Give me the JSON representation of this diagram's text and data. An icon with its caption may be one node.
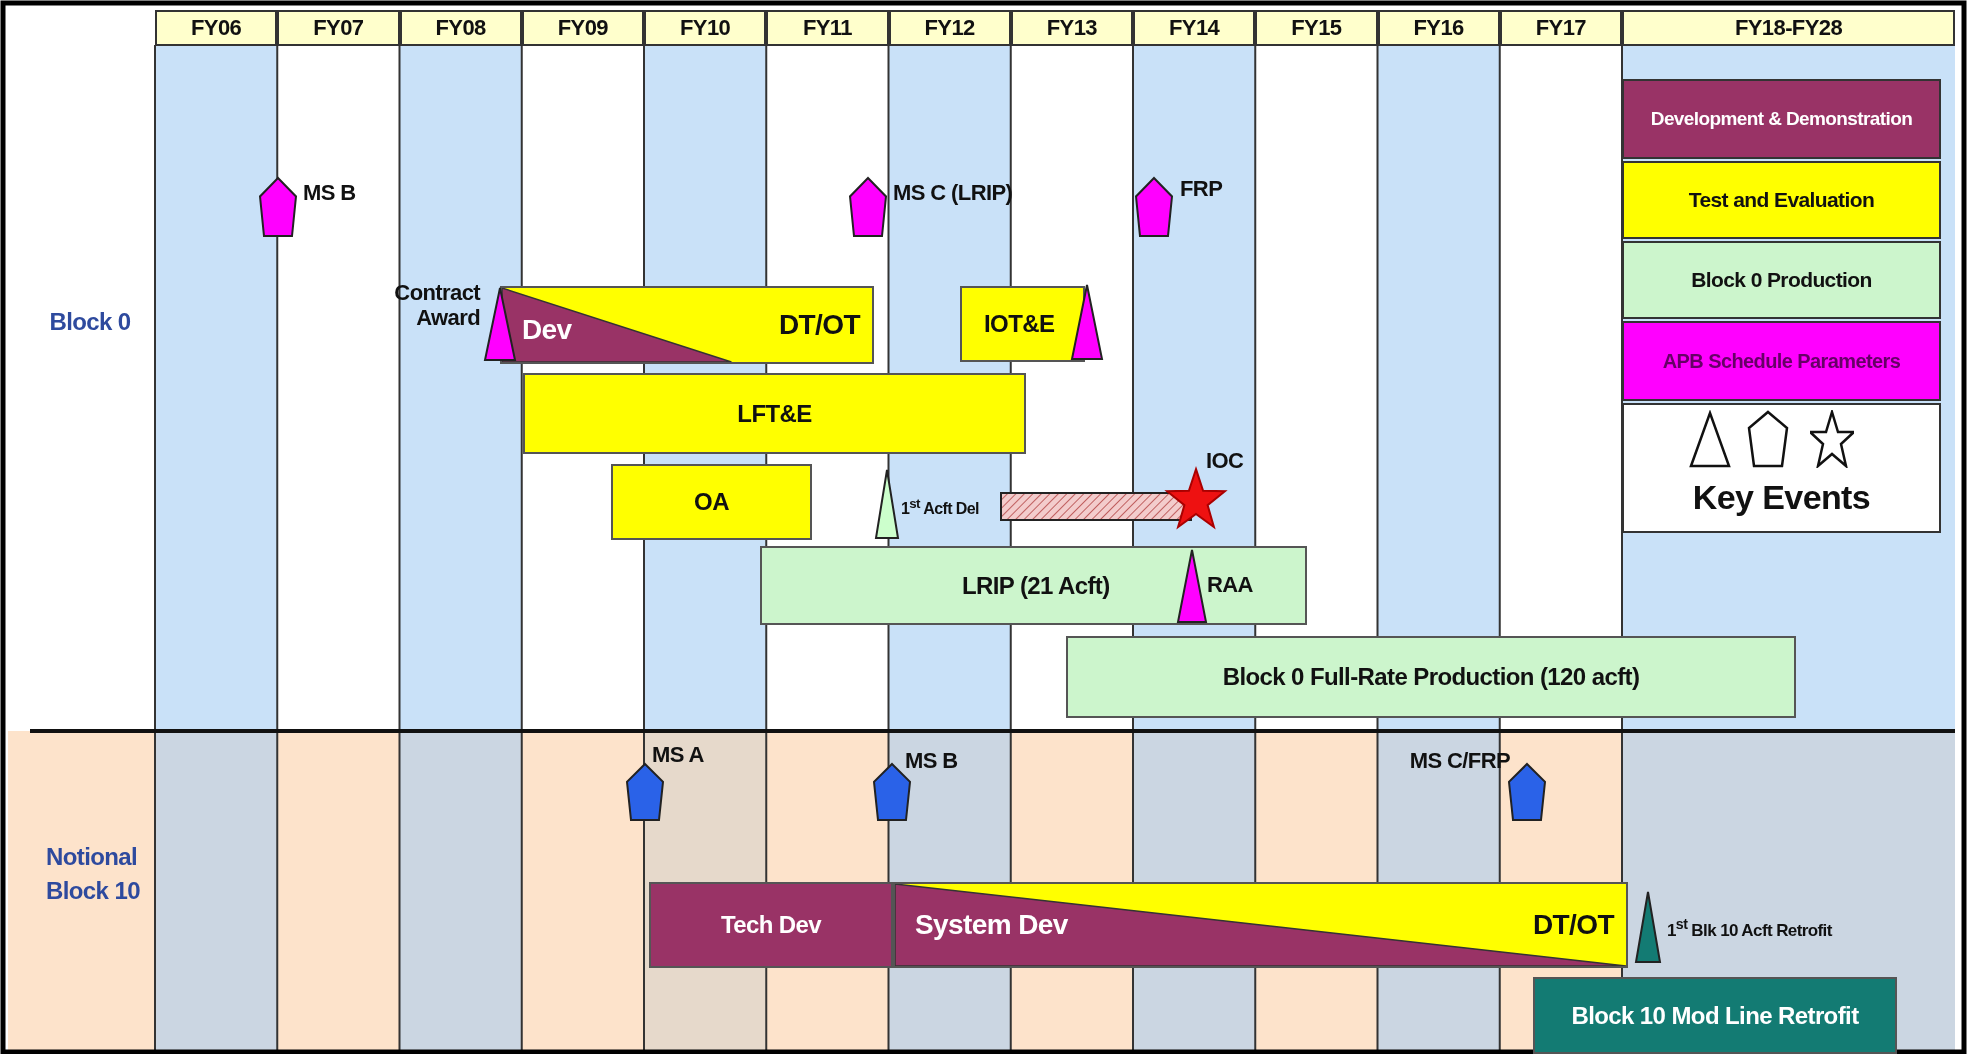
{
  "diagram": {
    "nodes": [
      {
        "text": [],
        "shape": "pentagon",
        "beside": [
          "MS B"
        ]
      },
      {
        "text": [],
        "shape": "pentagon",
        "beside": [
          "MS C (LRIP)"
        ]
      },
      {
        "text": [],
        "shape": "pentagon",
        "beside": [
          "FRP"
        ]
      },
      {
        "text": [],
        "shape": "triangle",
        "beside": [
          "Contract Award"
        ]
      },
      {
        "text": [
          "Dev",
          "DT/OT"
        ]
      },
      {
        "text": [
          "IOT&E"
        ]
      },
      {
        "text": [],
        "shape": "triangle"
      },
      {
        "text": [
          "LFT&E"
        ]
      },
      {
        "text": [
          "OA"
        ]
      },
      {
        "text": [],
        "shape": "triangle",
        "beside": [
          "1$^{st}$ Acft Del"
        ]
      },
      {
        "text": [],
        "shape": "bar"
      },
      {
        "text": [],
        "shape": "star",
        "beside": [
          "IOC"
        ]
      },
      {
        "text": [
          "LRIP (21 Acft)"
        ]
      },
      {
        "text": [],
        "shape": "triangle",
        "beside": [
          "RAA"
        ],
        "in": 12
      },
      {
        "text": [
          "Block 0 Full-Rate Production (120 acft)"
        ]
      },
      {
        "text": [],
        "shape": "pentagon",
        "beside": [
          "MS A"
        ]
      },
      {
        "text": [],
        "shape": "pentagon",
        "beside": [
          "MS B"
        ]
      },
      {
        "text": [],
        "shape": "pentagon",
        "beside": [
          "MS C/FRP"
        ]
      },
      {
        "text": [
          "Tech Dev"
        ]
      },
      {
        "text": [
          "System Dev",
          "DT/OT"
        ]
      },
      {
        "text": [],
        "shape": "triangle",
        "beside": [
          "1$^{st}$ Blk 10 Acft Retrofit"
        ]
      },
      {
        "text": [
          "Block 10 Mod Line Retrofit"
        ]
      }
    ],
    "labels": [
      "FY06",
      "FY07",
      "FY08",
      "FY09",
      "FY10",
      "FY11",
      "FY12",
      "FY13",
      "FY14",
      "FY15",
      "FY16",
      "FY17",
      "FY18-FY28",
      "Block 0",
      "Notional Block 10"
    ],
    "legend": [
      {
        "text": "Development & Demonstration",
        "color": "#993366"
      },
      {
        "text": "Test and Evaluation",
        "color": "#ffff00"
      },
      {
        "text": "Block 0 Production",
        "color": "#ccf5cc"
      },
      {
        "text": "APB Schedule Parameters",
        "color": "#ff00ff"
      },
      {
        "text": "Key Events"
      }
    ]
  }
}
